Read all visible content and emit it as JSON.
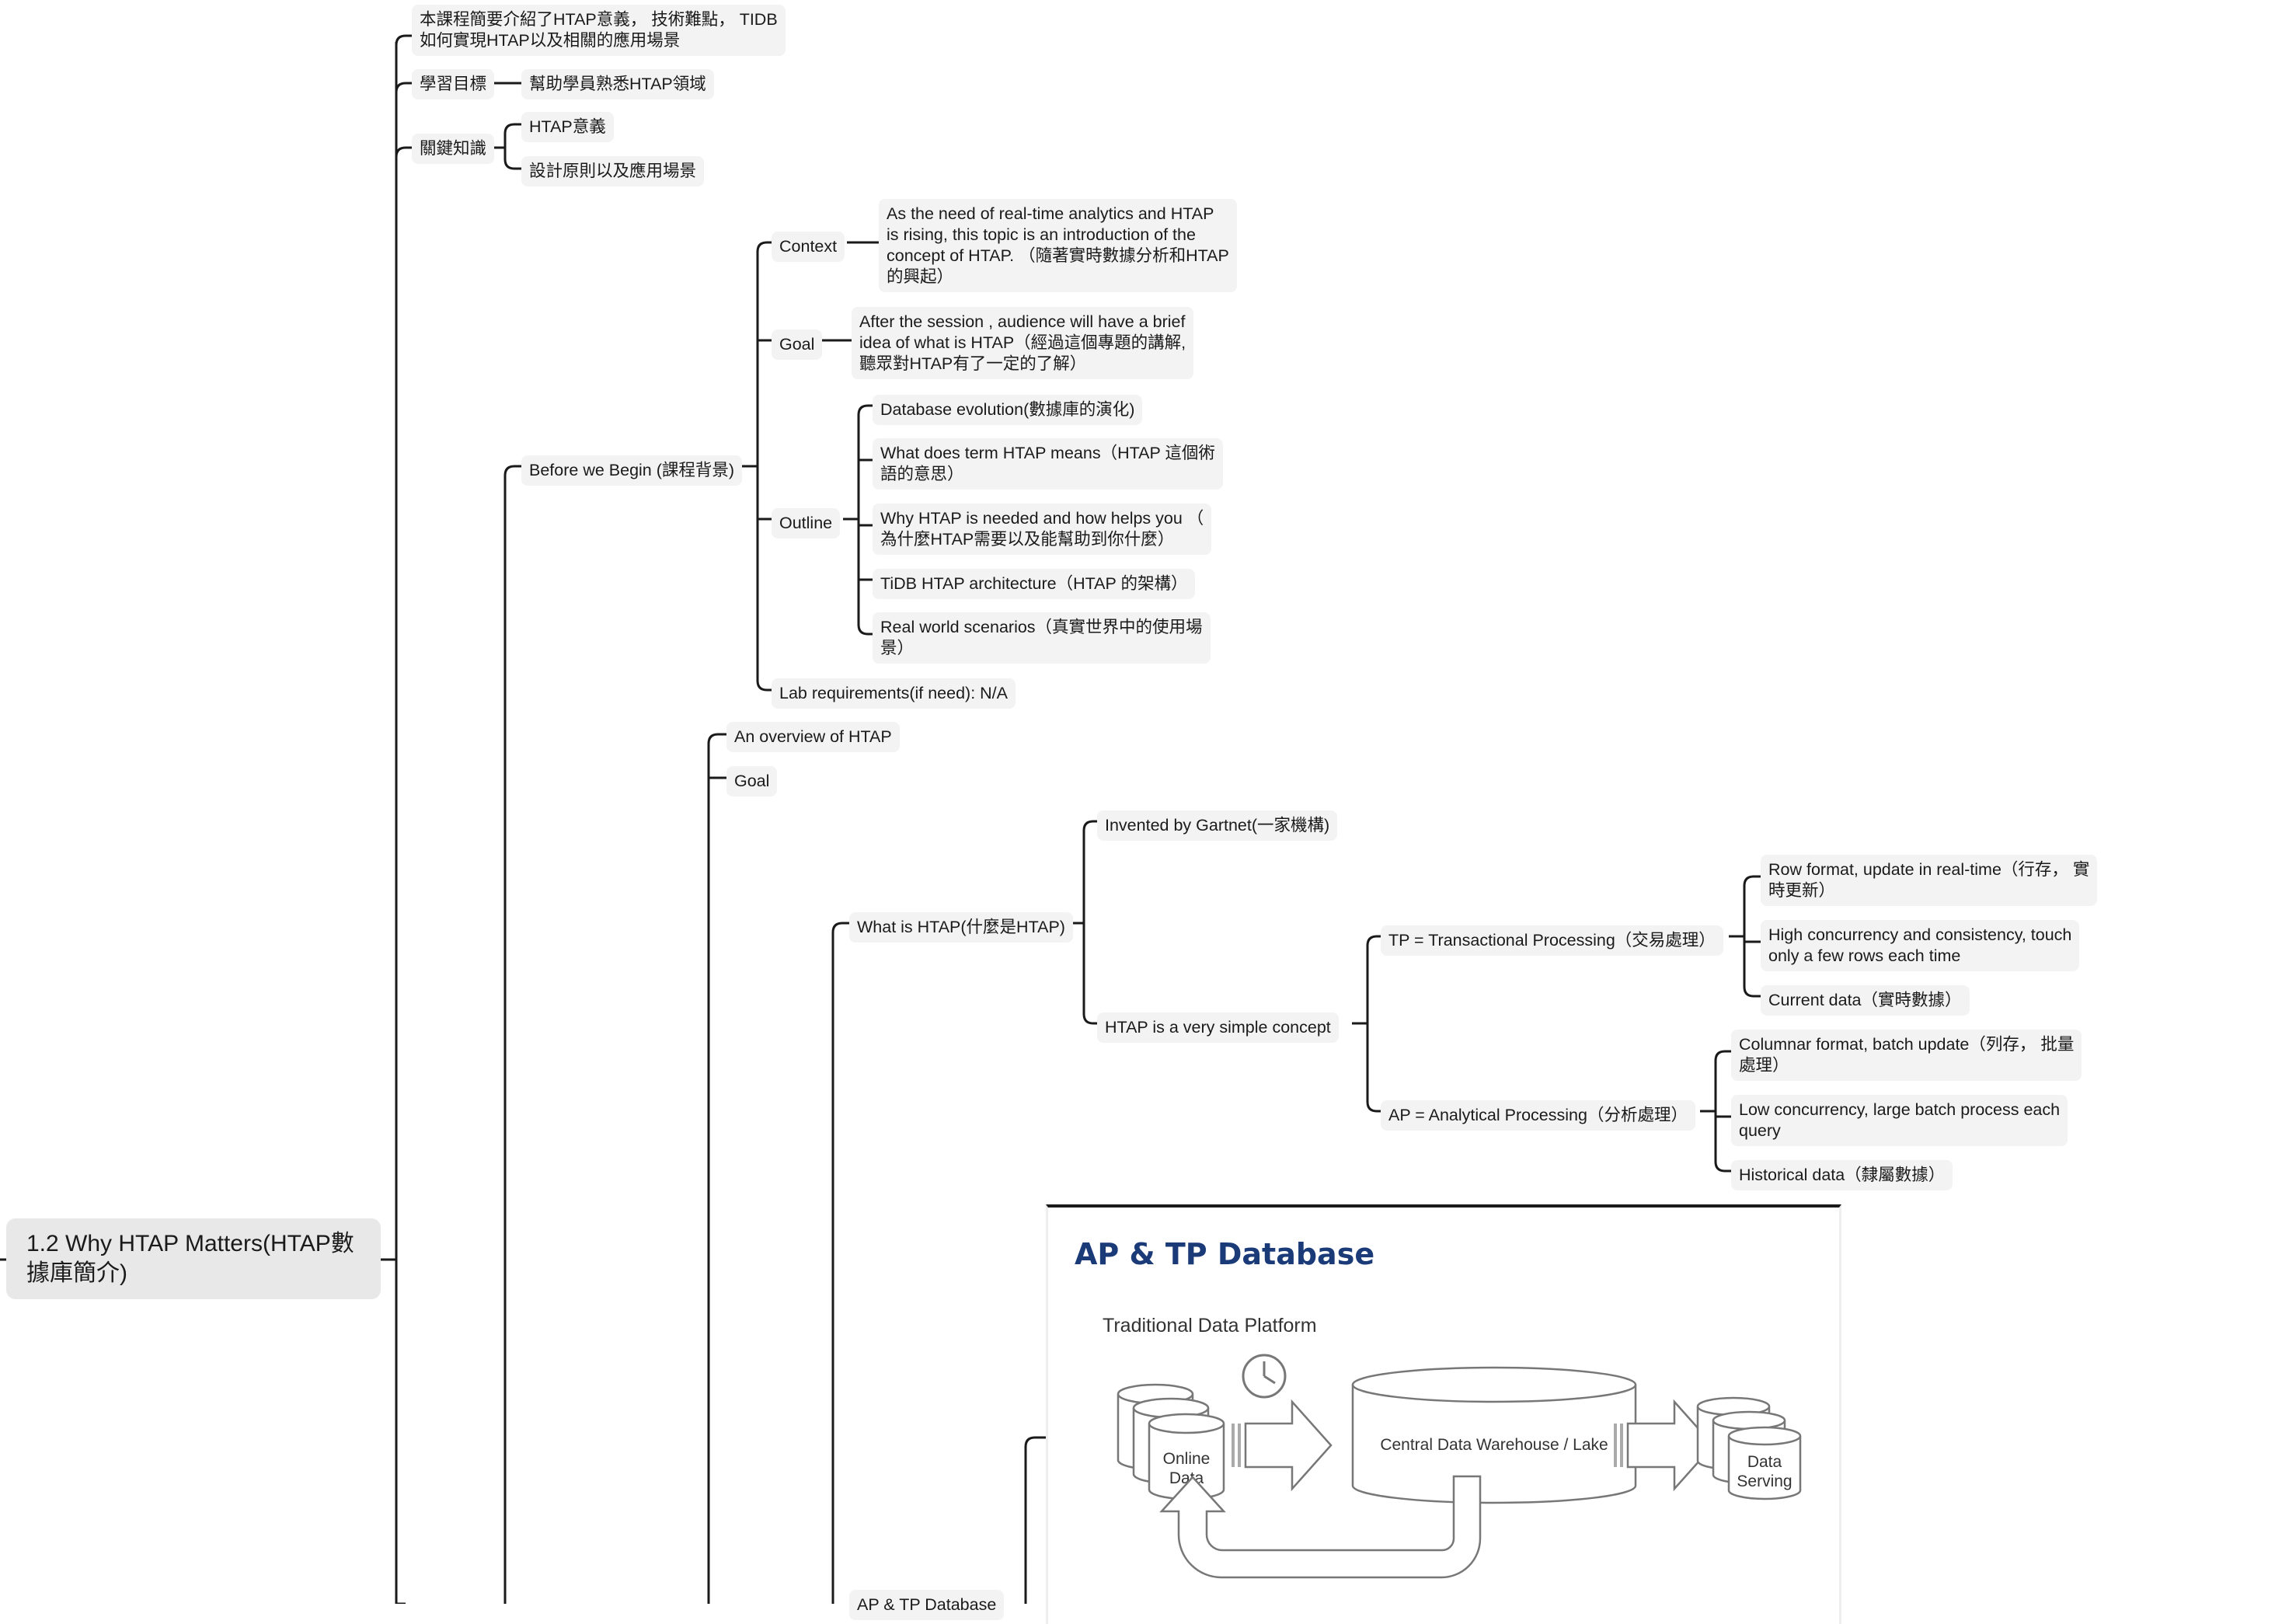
{
  "root": {
    "title": "1.2 Why HTAP Matters(HTAP數據庫簡介)"
  },
  "intro": {
    "summary": [
      "本課程簡要介紹了HTAP意義， 技術難點， TIDB",
      "如何實現HTAP以及相關的應用場景"
    ]
  },
  "learning_goal": {
    "label": "學習目標",
    "value": "幫助學員熟悉HTAP領域"
  },
  "key_knowledge": {
    "label": "關鍵知識",
    "items": [
      "HTAP意義",
      "設計原則以及應用場景"
    ]
  },
  "before_we_begin": {
    "label": "Before we Begin (課程背景)",
    "context": {
      "label": "Context",
      "value": [
        "As the need of real-time analytics and HTAP",
        "is rising, this topic is an introduction of the",
        "concept of HTAP. （隨著實時數據分析和HTAP",
        "的興起）"
      ]
    },
    "goal": {
      "label": "Goal",
      "value": [
        "After the session , audience will have a brief",
        "idea of what is HTAP（經過這個專題的講解,",
        "聽眾對HTAP有了一定的了解）"
      ]
    },
    "outline": {
      "label": "Outline",
      "items": [
        [
          "Database evolution(數據庫的演化)"
        ],
        [
          "What does term HTAP means（HTAP 這個術",
          "語的意思）"
        ],
        [
          "Why HTAP is needed and how helps you （",
          "為什麼HTAP需要以及能幫助到你什麼）"
        ],
        [
          "TiDB HTAP architecture（HTAP 的架構）"
        ],
        [
          "Real world scenarios（真實世界中的使用場",
          "景）"
        ]
      ]
    },
    "lab": "Lab requirements(if need): N/A"
  },
  "overview": {
    "label": "An overview of HTAP",
    "goal": "Goal",
    "what_is": {
      "label": "What is HTAP(什麼是HTAP)",
      "invented": "Invented by Gartnet(一家機構)",
      "simple": "HTAP is a very simple concept",
      "tp": {
        "label": "TP  = Transactional Processing（交易處理）",
        "items": [
          [
            "Row format, update in real-time（行存， 實",
            "時更新）"
          ],
          [
            "High concurrency and consistency, touch",
            "only a few rows each time"
          ],
          [
            "Current data（實時數據）"
          ]
        ]
      },
      "ap": {
        "label": "AP = Analytical Processing（分析處理）",
        "items": [
          [
            "Columnar format, batch update（列存， 批量",
            "處理）"
          ],
          [
            "Low concurrency, large batch process each",
            "query"
          ],
          [
            "Historical data（隸屬數據）"
          ]
        ]
      }
    },
    "ap_tp_db": {
      "label": "AP & TP Database",
      "image": {
        "title": "AP & TP Database",
        "subtitle": "Traditional Data Platform",
        "online_data": [
          "Online",
          "Data"
        ],
        "warehouse": "Central Data Warehouse / Lake",
        "data_serving": [
          "Data",
          "Serving"
        ]
      }
    }
  },
  "colors": {
    "edge": "#1a1a1a",
    "node_bg": "#f3f3f3",
    "root_bg": "#e8e8e8",
    "image_title": "#1b3a78"
  }
}
